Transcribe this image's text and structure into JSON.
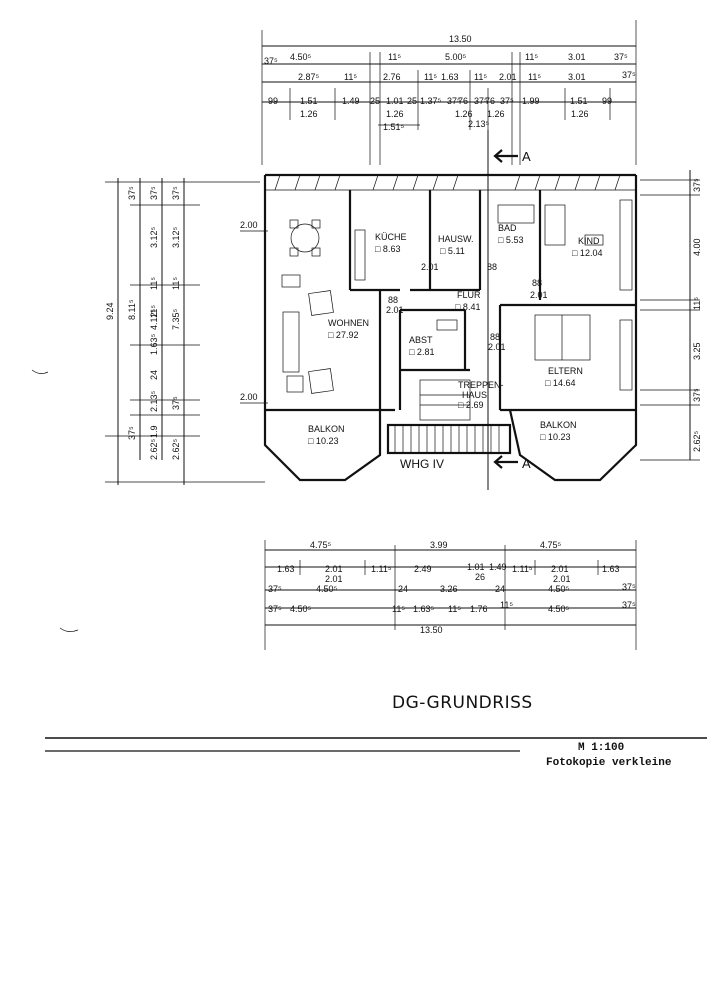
{
  "plan": {
    "title": "DG-GRUNDRISS",
    "scale": "M 1:100",
    "note": "Fotokopie verkleine",
    "apartment": "WHG IV",
    "section_marker": "A"
  },
  "rooms": [
    {
      "key": "kueche",
      "name": "KÜCHE",
      "area": "□ 8.63"
    },
    {
      "key": "hausw",
      "name": "HAUSW.",
      "area": "□ 5.11"
    },
    {
      "key": "bad",
      "name": "BAD",
      "area": "□ 5.53"
    },
    {
      "key": "kind",
      "name": "KIND",
      "area": "□ 12.04"
    },
    {
      "key": "flur",
      "name": "FLUR",
      "area": "□ 8.41"
    },
    {
      "key": "wohnen",
      "name": "WOHNEN",
      "area": "□ 27.92"
    },
    {
      "key": "abst",
      "name": "ABST",
      "area": "□ 2.81"
    },
    {
      "key": "treppen",
      "name": "TREPPEN-",
      "name2": "HAUS",
      "area": "□ 2.69"
    },
    {
      "key": "eltern",
      "name": "ELTERN",
      "area": "□ 14.64"
    },
    {
      "key": "balkon_l",
      "name": "BALKON",
      "area": "□ 10.23"
    },
    {
      "key": "balkon_r",
      "name": "BALKON",
      "area": "□ 10.23"
    }
  ],
  "dims": {
    "top_total": "13.50",
    "top_row1": [
      "4.50⁵",
      "11⁵",
      "5.00⁵",
      "11⁵",
      "3.01",
      "37⁵",
      "37⁵"
    ],
    "top_row2": [
      "2.87⁵",
      "11⁵",
      "2.76",
      "11⁵",
      "1.63",
      "11⁵",
      "2.01",
      "11⁵",
      "3.01",
      "37⁵"
    ],
    "top_row3": [
      "99",
      "1.51",
      "1.49",
      "25",
      "1.01",
      "25",
      "1.37⁵",
      "37⁵",
      "76",
      "37⁵",
      "76",
      "37⁵",
      "1.99",
      "1.51",
      "99"
    ],
    "top_row4": [
      "1.26",
      "1.26",
      "1.26",
      "1.26",
      "1.26"
    ],
    "top_row5": [
      "1.51⁵",
      "2.13⁵"
    ],
    "bottom_total": "13.50",
    "bottom_row1": [
      "4.75⁵",
      "3.99",
      "4.75⁵"
    ],
    "bottom_row2": [
      "1.63",
      "2.01",
      "1.11⁵",
      "2.49",
      "1.01",
      "1.49",
      "1.11⁵",
      "2.01",
      "1.63"
    ],
    "bottom_row2b": [
      "2.01",
      "26",
      "2.01"
    ],
    "bottom_row3": [
      "37⁵",
      "4.50⁵",
      "24",
      "3.26",
      "24",
      "4.50⁵",
      "37⁵"
    ],
    "bottom_row4": [
      "37⁵",
      "4.50⁵",
      "11⁵",
      "1.63⁵",
      "11⁵",
      "1.76",
      "11⁵",
      "4.50⁵",
      "37⁵"
    ],
    "left_outer": "9.24",
    "left_mid": "8.11⁵",
    "left_a": [
      "3.12⁵",
      "1.63⁵",
      "2.13⁵",
      "3.12⁵",
      "4.12⁵",
      "7.35⁵",
      "2.62⁵",
      "1.9",
      "2.62⁵"
    ],
    "left_small": [
      "37⁵",
      "37⁵",
      "37⁵",
      "11⁵",
      "11⁵",
      "11⁵",
      "24",
      "37⁵",
      "37⁵"
    ],
    "left_labels": [
      "2.00",
      "2.00"
    ],
    "right": [
      "37⁵",
      "4.00",
      "11⁵",
      "3.25",
      "37⁵",
      "2.62⁵"
    ],
    "inner": [
      "88",
      "2.01",
      "88",
      "2.01",
      "88",
      "2.01",
      "88",
      "2.01"
    ]
  }
}
